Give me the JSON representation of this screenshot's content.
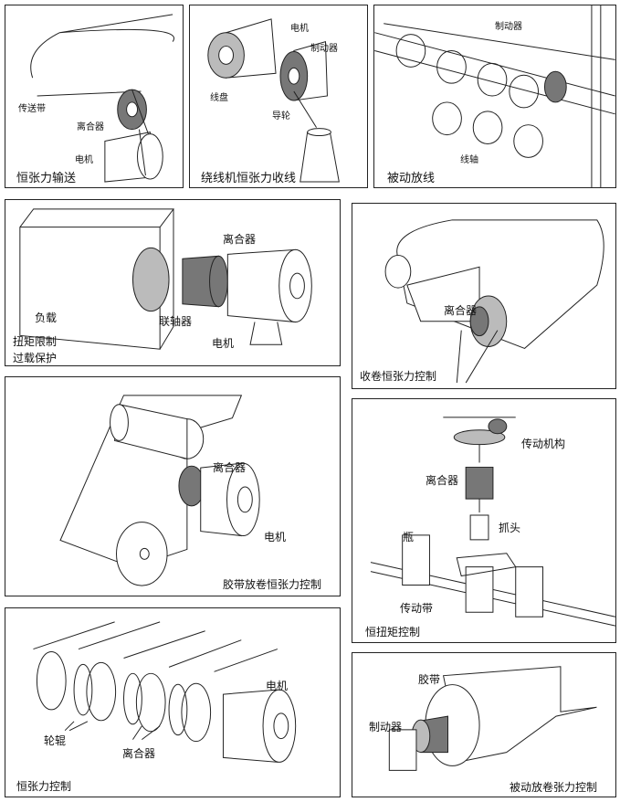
{
  "panels": [
    {
      "caption": "恒张力输送",
      "labels": [
        "传送带",
        "离合器",
        "电机"
      ]
    },
    {
      "caption": "绕线机恒张力收线",
      "labels": [
        "电机",
        "制动器",
        "线盘",
        "导轮"
      ]
    },
    {
      "caption": "被动放线",
      "labels": [
        "制动器",
        "线轴"
      ]
    },
    {
      "caption": "扭矩限制",
      "caption2": "过载保护",
      "labels": [
        "离合器",
        "负载",
        "联轴器",
        "电机"
      ]
    },
    {
      "caption": "收卷恒张力控制",
      "labels": [
        "离合器"
      ]
    },
    {
      "caption": "胶带放卷恒张力控制",
      "labels": [
        "离合器",
        "电机"
      ]
    },
    {
      "caption": "恒扭矩控制",
      "labels": [
        "传动机构",
        "离合器",
        "抓头",
        "瓶",
        "传动带"
      ]
    },
    {
      "caption": "恒张力控制",
      "labels": [
        "电机",
        "轮辊",
        "离合器"
      ]
    },
    {
      "caption": "被动放卷张力控制",
      "labels": [
        "胶带",
        "制动器"
      ]
    }
  ]
}
